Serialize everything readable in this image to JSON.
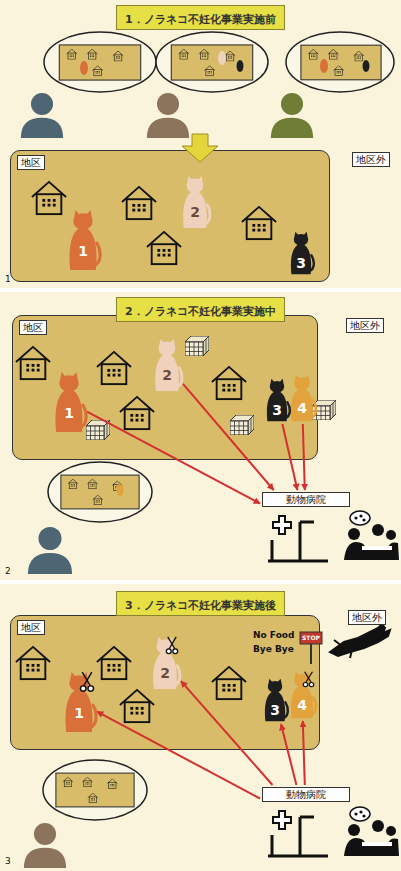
{
  "diagram": {
    "nodes": [
      {
        "text": [
          "1．ノラネコ不妊化事業実施前"
        ]
      },
      {
        "text": [
          "地区"
        ]
      },
      {
        "text": [
          "1"
        ],
        "in": 1
      },
      {
        "text": [
          "2"
        ],
        "in": 1
      },
      {
        "text": [
          "3"
        ],
        "in": 1
      },
      {
        "text": [
          "2．ノラネコ不妊化事業実施中"
        ]
      },
      {
        "text": [
          "地区"
        ]
      },
      {
        "text": [
          "1"
        ],
        "in": 6
      },
      {
        "text": [
          "2"
        ],
        "in": 6
      },
      {
        "text": [
          "3"
        ],
        "in": 6
      },
      {
        "text": [
          "4"
        ],
        "in": 6
      },
      {
        "text": [
          "動物病院"
        ]
      },
      {
        "text": [
          "3．ノラネコ不妊化事業実施後"
        ]
      },
      {
        "text": [
          "地区"
        ]
      },
      {
        "text": [
          "1"
        ],
        "in": 13
      },
      {
        "text": [
          "2"
        ],
        "in": 13
      },
      {
        "text": [
          "3"
        ],
        "in": 13
      },
      {
        "text": [
          "4"
        ],
        "in": 13
      },
      {
        "text": [
          "動物病院"
        ]
      }
    ],
    "edges": [
      {
        "from": 7,
        "to": 11,
        "arrow": "to"
      },
      {
        "from": 8,
        "to": 11,
        "arrow": "to"
      },
      {
        "from": 9,
        "to": 11,
        "arrow": "to"
      },
      {
        "from": 10,
        "to": 11,
        "arrow": "to"
      },
      {
        "from": 18,
        "to": 14,
        "arrow": "to"
      },
      {
        "from": 18,
        "to": 15,
        "arrow": "to"
      },
      {
        "from": 18,
        "to": 16,
        "arrow": "to"
      },
      {
        "from": 18,
        "to": 17,
        "arrow": "to"
      }
    ],
    "labels": [
      "地区外",
      "1",
      "地区外",
      "2",
      "No Food",
      "Bye Bye",
      "STOP",
      "地区外",
      "3"
    ]
  }
}
